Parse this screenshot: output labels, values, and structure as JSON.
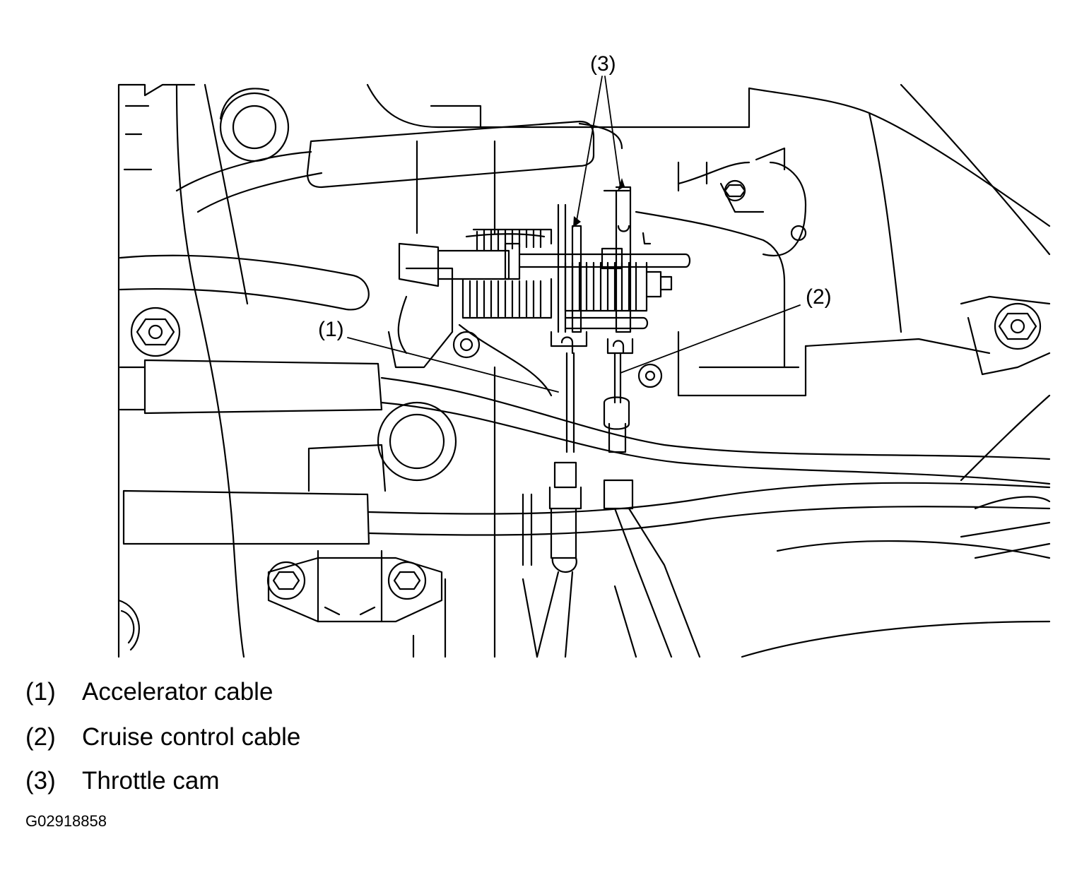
{
  "callouts": [
    {
      "id": "1",
      "label": "(1)"
    },
    {
      "id": "2",
      "label": "(2)"
    },
    {
      "id": "3",
      "label": "(3)"
    }
  ],
  "legend": [
    {
      "num": "(1)",
      "text": "Accelerator cable"
    },
    {
      "num": "(2)",
      "text": "Cruise control cable"
    },
    {
      "num": "(3)",
      "text": "Throttle cam"
    }
  ],
  "figure_id": "G02918858"
}
